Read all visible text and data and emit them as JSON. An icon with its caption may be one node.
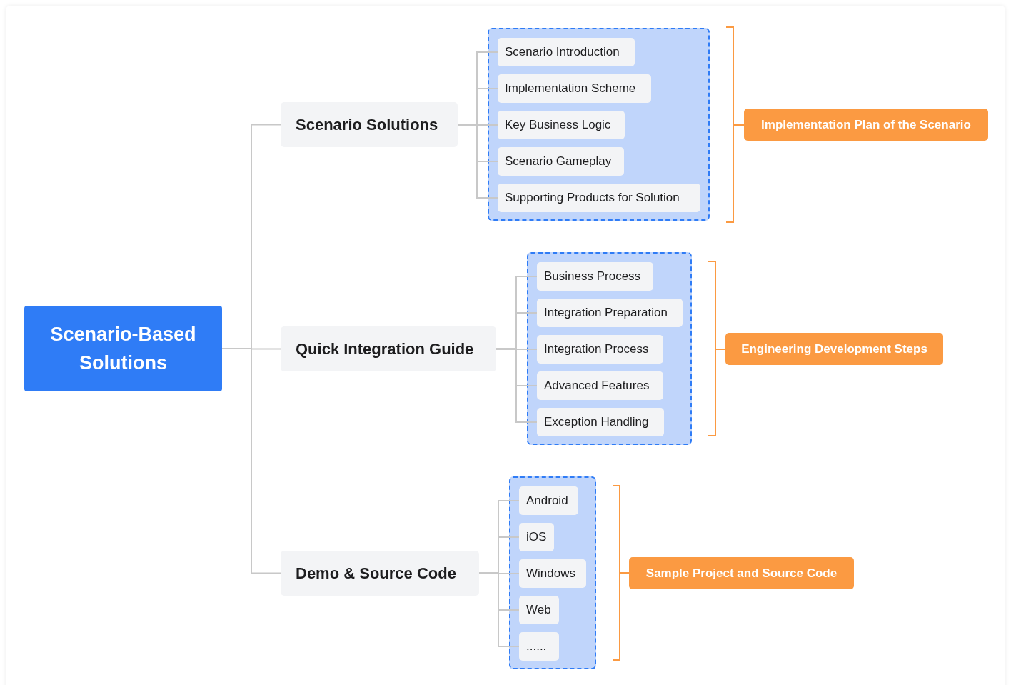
{
  "diagram": {
    "nodes": [
      {
        "text": [
          "Scenario-Based Solutions"
        ]
      },
      {
        "text": [
          "Scenario Solutions"
        ]
      },
      {
        "text": [
          "Quick Integration Guide"
        ]
      },
      {
        "text": [
          "Demo & Source Code"
        ]
      },
      {
        "text": [],
        "shape": "box"
      },
      {
        "text": [
          "Scenario Introduction"
        ],
        "in": 4
      },
      {
        "text": [
          "Implementation Scheme"
        ],
        "in": 4
      },
      {
        "text": [
          "Key Business Logic"
        ],
        "in": 4
      },
      {
        "text": [
          "Scenario Gameplay"
        ],
        "in": 4
      },
      {
        "text": [
          "Supporting Products for Solution"
        ],
        "in": 4
      },
      {
        "text": [],
        "shape": "box"
      },
      {
        "text": [
          "Business Process"
        ],
        "in": 10
      },
      {
        "text": [
          "Integration Preparation"
        ],
        "in": 10
      },
      {
        "text": [
          "Integration Process"
        ],
        "in": 10
      },
      {
        "text": [
          "Advanced Features"
        ],
        "in": 10
      },
      {
        "text": [
          "Exception Handling"
        ],
        "in": 10
      },
      {
        "text": [],
        "shape": "box"
      },
      {
        "text": [
          "Android"
        ],
        "in": 16
      },
      {
        "text": [
          "iOS"
        ],
        "in": 16
      },
      {
        "text": [
          "Windows"
        ],
        "in": 16
      },
      {
        "text": [
          "Web"
        ],
        "in": 16
      },
      {
        "text": [
          "......"
        ],
        "in": 16
      },
      {
        "text": [
          "Implementation Plan of the Scenario"
        ]
      },
      {
        "text": [
          "Engineering Development Steps"
        ]
      },
      {
        "text": [
          "Sample Project and Source Code"
        ]
      }
    ],
    "edges": [
      {
        "from": 0,
        "to": 1,
        "arrow": "none"
      },
      {
        "from": 0,
        "to": 2,
        "arrow": "none"
      },
      {
        "from": 0,
        "to": 3,
        "arrow": "none"
      },
      {
        "from": 1,
        "to": 5,
        "arrow": "none"
      },
      {
        "from": 1,
        "to": 6,
        "arrow": "none"
      },
      {
        "from": 1,
        "to": 7,
        "arrow": "none"
      },
      {
        "from": 1,
        "to": 8,
        "arrow": "none"
      },
      {
        "from": 1,
        "to": 9,
        "arrow": "none"
      },
      {
        "from": 2,
        "to": 11,
        "arrow": "none"
      },
      {
        "from": 2,
        "to": 12,
        "arrow": "none"
      },
      {
        "from": 2,
        "to": 13,
        "arrow": "none"
      },
      {
        "from": 2,
        "to": 14,
        "arrow": "none"
      },
      {
        "from": 2,
        "to": 15,
        "arrow": "none"
      },
      {
        "from": 3,
        "to": 17,
        "arrow": "none"
      },
      {
        "from": 3,
        "to": 18,
        "arrow": "none"
      },
      {
        "from": 3,
        "to": 19,
        "arrow": "none"
      },
      {
        "from": 3,
        "to": 20,
        "arrow": "none"
      },
      {
        "from": 3,
        "to": 21,
        "arrow": "none"
      }
    ]
  }
}
